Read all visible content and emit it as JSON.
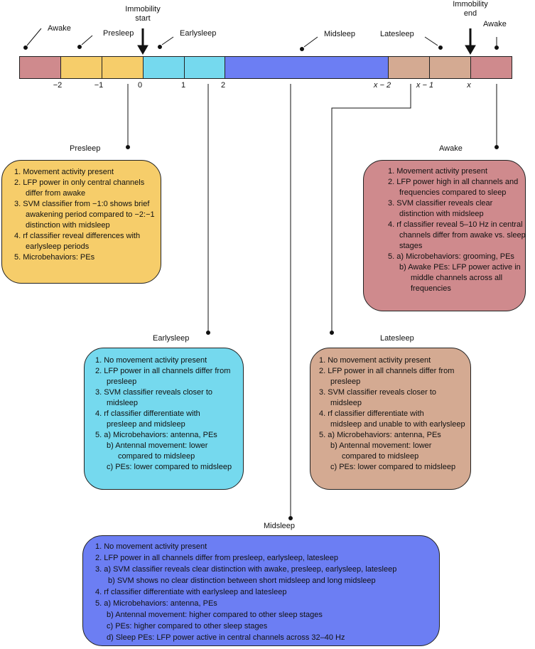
{
  "timeline": {
    "top_labels": {
      "awake_left": "Awake",
      "presleep": "Presleep",
      "immobility_start_line1": "Immobility",
      "immobility_start_line2": "start",
      "earlysleep": "Earlysleep",
      "midsleep": "Midsleep",
      "latesleep": "Latesleep",
      "immobility_end_line1": "Immobility",
      "immobility_end_line2": "end",
      "awake_right": "Awake"
    },
    "ticks": [
      "−2",
      "−1",
      "0",
      "1",
      "2",
      "x − 2",
      "x − 1",
      "x"
    ],
    "colors": {
      "awake": "#cf8a8d",
      "presleep": "#f6cd6a",
      "earlysleep": "#75d9ee",
      "midsleep": "#6c7ef3",
      "latesleep": "#d4aa92"
    }
  },
  "panels": {
    "presleep": {
      "title": "Presleep",
      "items": [
        "1. Movement activity present",
        "2. LFP power in only central channels",
        "    differ from awake",
        "3. SVM classifier from −1:0 shows brief",
        "    awakening period compared to −2:−1",
        "    distinction with midsleep",
        "4. rf classifier reveal differences with",
        "    earlysleep periods",
        "5. Microbehaviors: PEs"
      ]
    },
    "awake": {
      "title": "Awake",
      "items": [
        "1. Movement activity present",
        "2. LFP power high in all channels and",
        "    frequencies compared to sleep",
        "3. SVM classifier reveals clear",
        "    distinction with midsleep",
        "4. rf classifier reveal 5–10 Hz in central",
        "    channels differ from awake vs. sleep",
        "    stages",
        "5. a) Microbehaviors: grooming, PEs",
        "    b) Awake PEs: LFP power active in",
        "        middle channels across all",
        "        frequencies"
      ]
    },
    "earlysleep": {
      "title": "Earlysleep",
      "items": [
        "1. No movement activity present",
        "2. LFP power in all channels differ from",
        "    presleep",
        "3. SVM classifier reveals closer to",
        "    midsleep",
        "4. rf classifier differentiate with",
        "    presleep and midsleep",
        "5. a) Microbehaviors: antenna, PEs",
        "    b) Antennal movement: lower",
        "        compared to midsleep",
        "    c) PEs:  lower compared to midsleep"
      ]
    },
    "latesleep": {
      "title": "Latesleep",
      "items": [
        "1. No movement activity present",
        "2. LFP power in all channels differ from",
        "    presleep",
        "3. SVM classifier reveals closer to",
        "    midsleep",
        "4. rf classifier differentiate with",
        "    midsleep and unable to with earlysleep",
        "5. a) Microbehaviors: antenna, PEs",
        "    b) Antennal movement: lower",
        "        compared to midsleep",
        "    c) PEs:  lower compared to midsleep"
      ]
    },
    "midsleep": {
      "title": "Midsleep",
      "items": [
        "1. No movement activity present",
        "2. LFP power in all channels differ from presleep, earlysleep, latesleep",
        "3.  a) SVM classifier reveals clear distinction with awake, presleep, earlysleep, latesleep",
        "      b) SVM shows no clear distinction between short midsleep and long midsleep",
        "4. rf classifier differentiate with earlysleep and latesleep",
        "5. a) Microbehaviors: antenna, PEs",
        "    b) Antennal movement: higher compared to other sleep stages",
        "    c) PEs:  higher compared to other sleep stages",
        "    d) Sleep PEs: LFP power active in central channels across 32–40 Hz"
      ]
    }
  }
}
